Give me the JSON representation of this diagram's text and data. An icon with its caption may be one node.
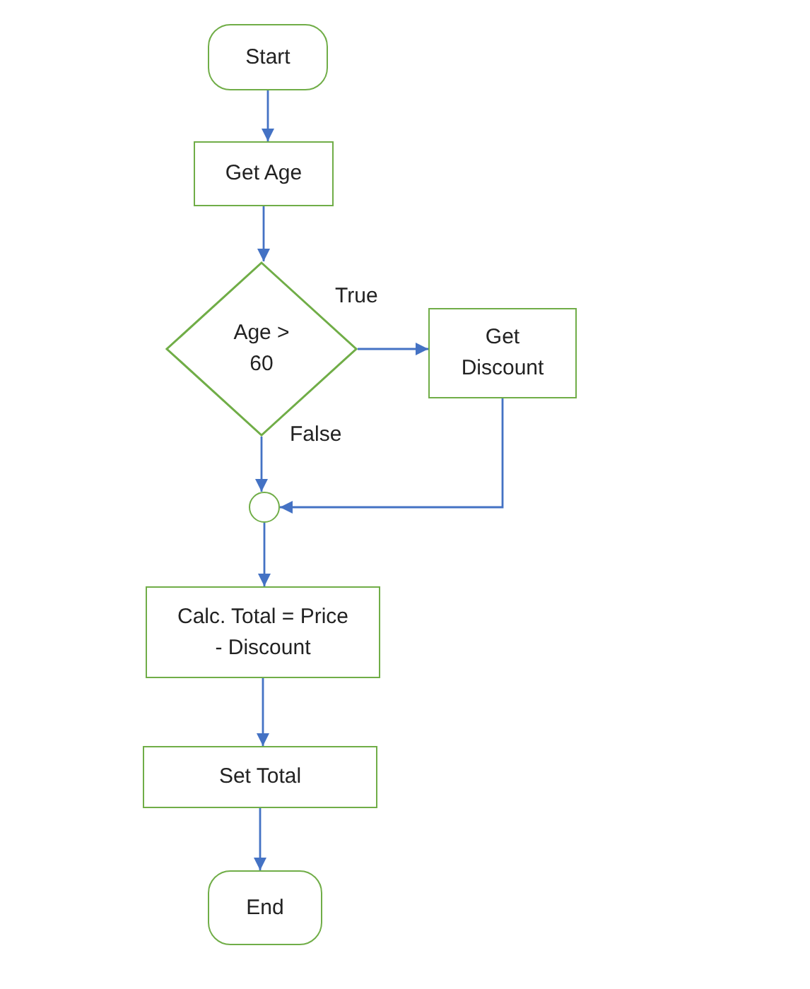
{
  "diagram": {
    "nodes": [
      {
        "text": [
          "Start"
        ]
      },
      {
        "text": [
          "Get Age"
        ]
      },
      {
        "text": [
          "Age > 60"
        ]
      },
      {
        "text": [
          "Get Discount"
        ]
      },
      {
        "text": [],
        "shape": "circle"
      },
      {
        "text": [
          "Calc. Total = Price - Discount"
        ]
      },
      {
        "text": [
          "Set Total"
        ]
      },
      {
        "text": [
          "End"
        ]
      }
    ],
    "edges": [
      {
        "from": 0,
        "to": 1,
        "arrow": "to"
      },
      {
        "from": 1,
        "to": 2,
        "arrow": "to"
      },
      {
        "from": 2,
        "to": 3,
        "arrow": "to",
        "label": "True"
      },
      {
        "from": 2,
        "to": 4,
        "arrow": "to",
        "label": "False"
      },
      {
        "from": 3,
        "to": 4,
        "arrow": "to"
      },
      {
        "from": 4,
        "to": 5,
        "arrow": "to"
      },
      {
        "from": 5,
        "to": 6,
        "arrow": "to"
      },
      {
        "from": 6,
        "to": 7,
        "arrow": "to"
      }
    ]
  }
}
